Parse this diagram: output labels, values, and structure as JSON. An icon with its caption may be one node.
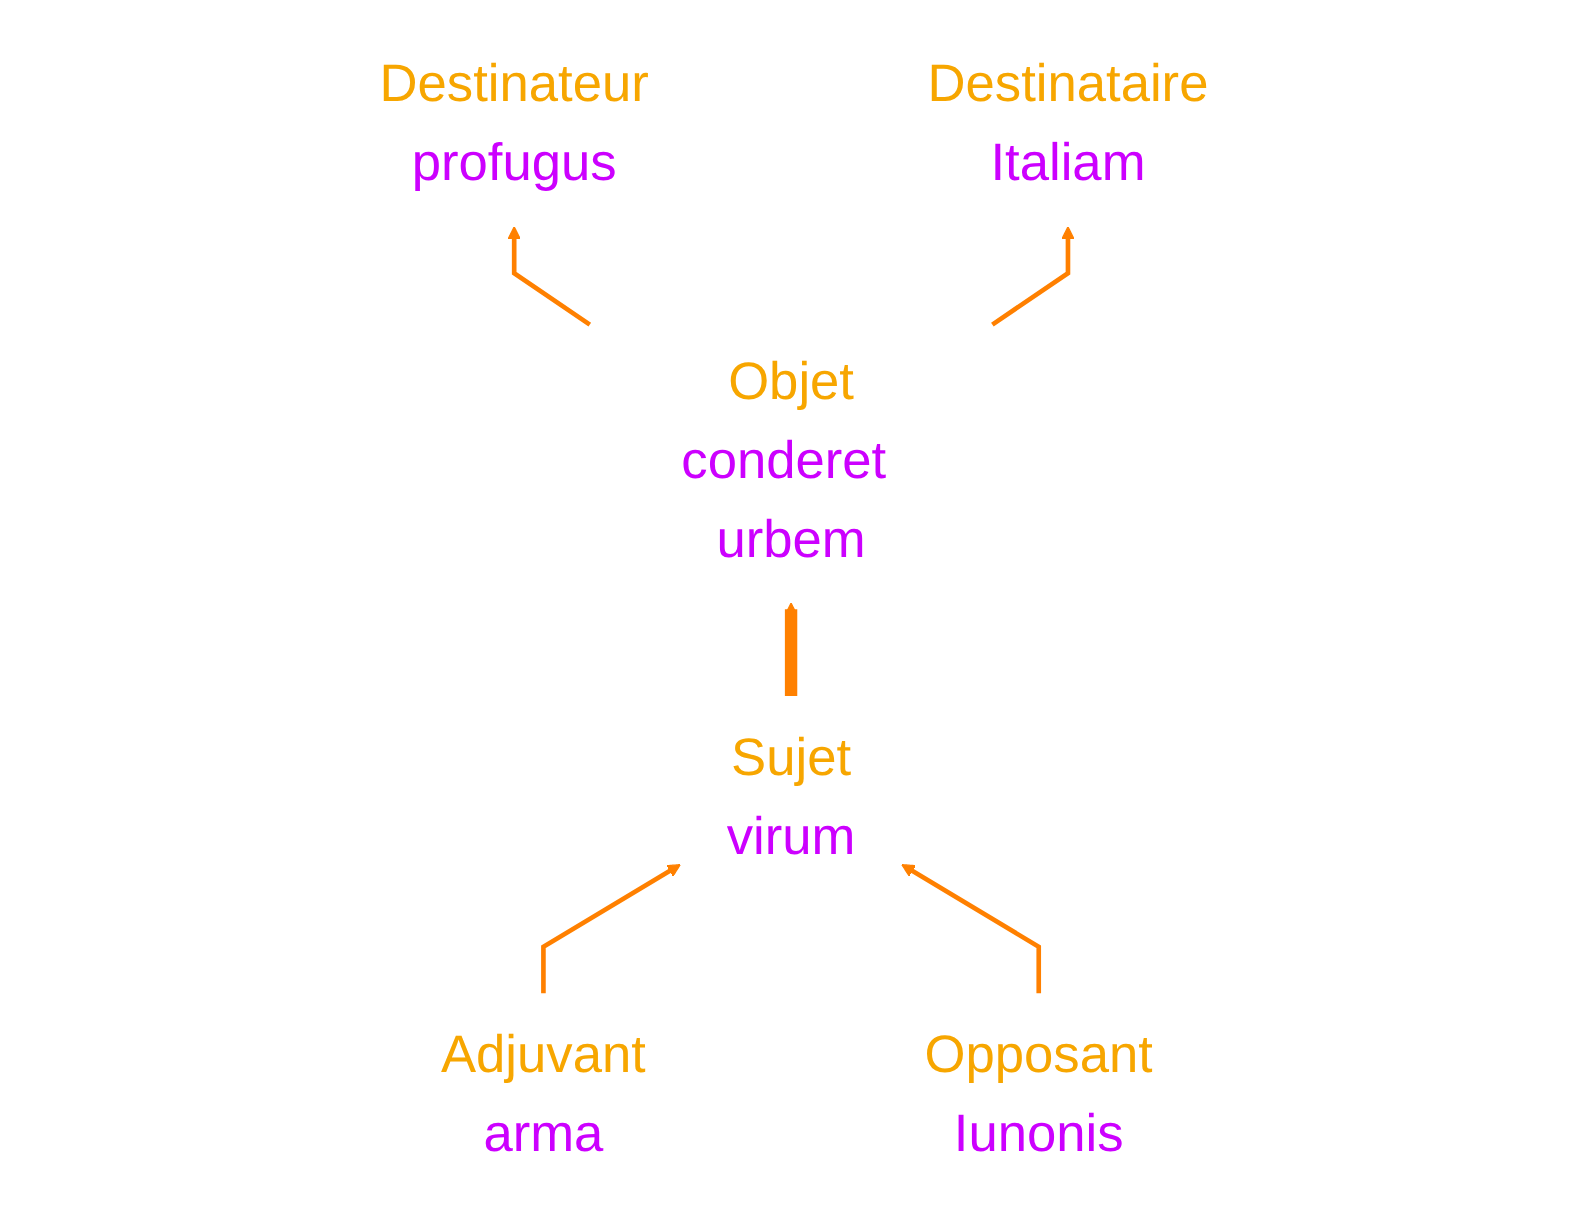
{
  "diagram": {
    "nodes": [
      {
        "text": [
          "Destinateur",
          "profugus"
        ]
      },
      {
        "text": [
          "Destinataire",
          "Italiam"
        ]
      },
      {
        "text": [
          "Objet",
          "conderet urbem"
        ]
      },
      {
        "text": [
          "Sujet",
          "virum"
        ]
      },
      {
        "text": [
          "Adjuvant",
          "arma"
        ]
      },
      {
        "text": [
          "Opposant",
          "Iunonis"
        ]
      }
    ],
    "edges": [
      {
        "from": 2,
        "to": 0,
        "arrow": "to"
      },
      {
        "from": 2,
        "to": 1,
        "arrow": "to"
      },
      {
        "from": 3,
        "to": 2,
        "arrow": "to",
        "style": "thick"
      },
      {
        "from": 4,
        "to": 3,
        "arrow": "to"
      },
      {
        "from": 5,
        "to": 3,
        "arrow": "to"
      }
    ]
  }
}
